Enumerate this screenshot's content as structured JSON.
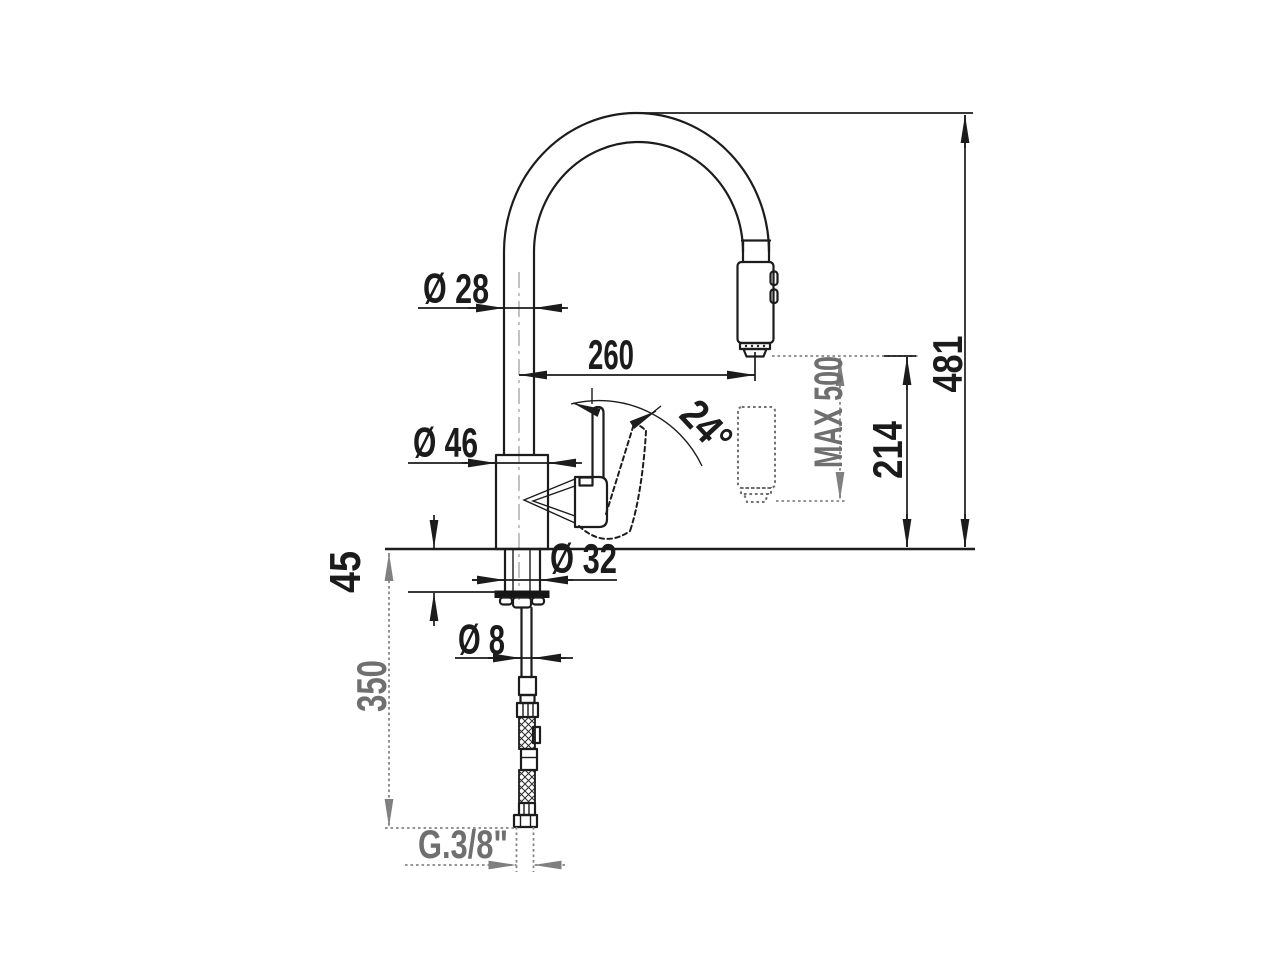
{
  "drawing": {
    "type": "technical-dimension-drawing",
    "subject": "single-lever kitchen mixer tap with pull-out spray head",
    "colors": {
      "line": "#1c1c1c",
      "phantom": "#858585",
      "background": "#ffffff"
    },
    "dimensions": {
      "spout_tube_diameter": "Ø 28",
      "spout_reach": "260",
      "body_diameter": "Ø 46",
      "handle_angle": "24°",
      "hose_max_extension": "MAX 500",
      "outlet_height": "214",
      "total_height": "481",
      "deck_clamp_height": "45",
      "mounting_hole_diameter": "Ø 32",
      "supply_pipe_diameter": "Ø 8",
      "hose_length": "350",
      "connection_thread": "G.3/8\""
    }
  }
}
